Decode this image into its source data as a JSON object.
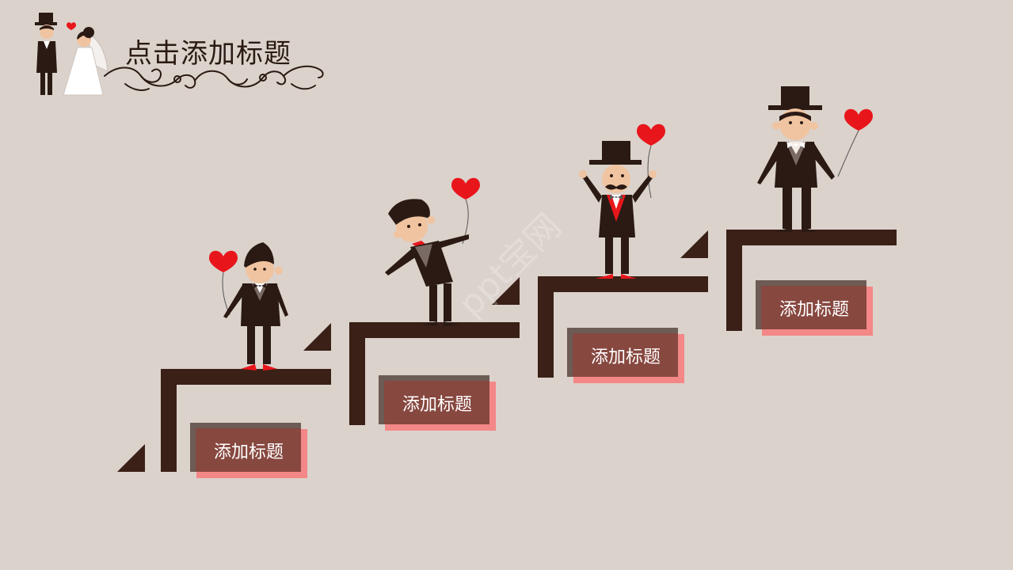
{
  "slide": {
    "title": "点击添加标题",
    "steps": [
      {
        "label": "添加标题"
      },
      {
        "label": "添加标题"
      },
      {
        "label": "添加标题"
      },
      {
        "label": "添加标题"
      }
    ],
    "watermark": "ppt宝网"
  },
  "colors": {
    "background": "#dbd2cc",
    "stair": "#3a2016",
    "label_fill": "#874840",
    "label_shadow": "#f48787",
    "heart": "#e8161b"
  }
}
